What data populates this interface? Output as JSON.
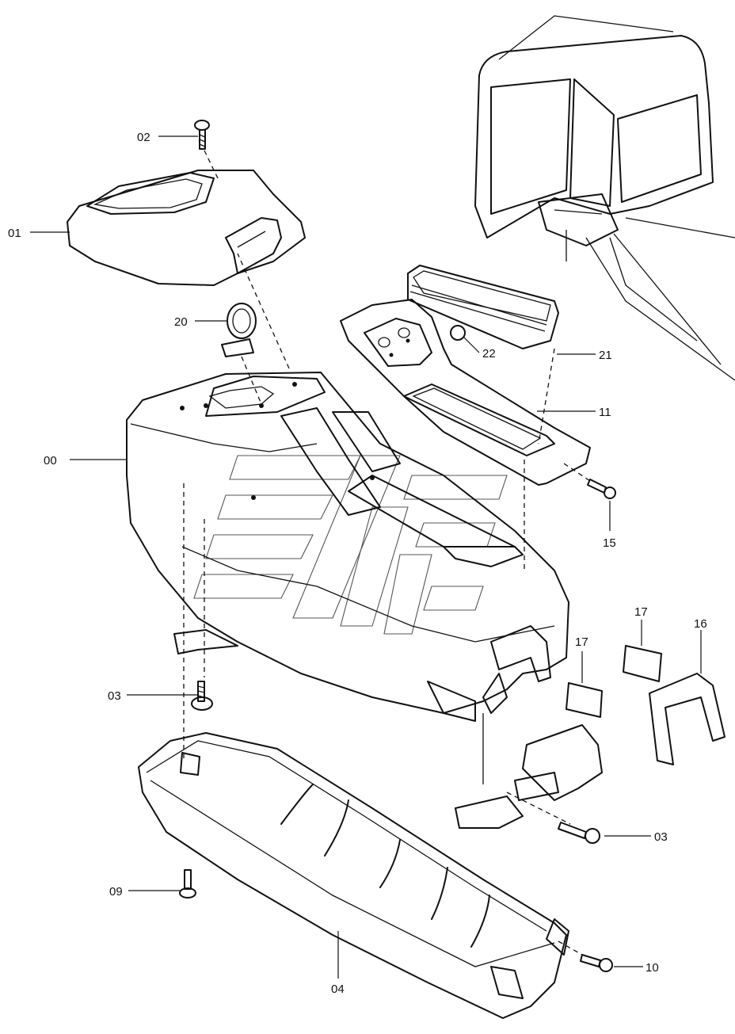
{
  "diagram": {
    "callouts": [
      {
        "id": "c00",
        "text": "00"
      },
      {
        "id": "c01",
        "text": "01"
      },
      {
        "id": "c02",
        "text": "02"
      },
      {
        "id": "c03a",
        "text": "03"
      },
      {
        "id": "c03b",
        "text": "03"
      },
      {
        "id": "c04",
        "text": "04"
      },
      {
        "id": "c09",
        "text": "09"
      },
      {
        "id": "c10",
        "text": "10"
      },
      {
        "id": "c11",
        "text": "11"
      },
      {
        "id": "c15",
        "text": "15"
      },
      {
        "id": "c16",
        "text": "16"
      },
      {
        "id": "c17a",
        "text": "17"
      },
      {
        "id": "c17b",
        "text": "17"
      },
      {
        "id": "c20",
        "text": "20"
      },
      {
        "id": "c21",
        "text": "21"
      },
      {
        "id": "c22",
        "text": "22"
      }
    ]
  }
}
